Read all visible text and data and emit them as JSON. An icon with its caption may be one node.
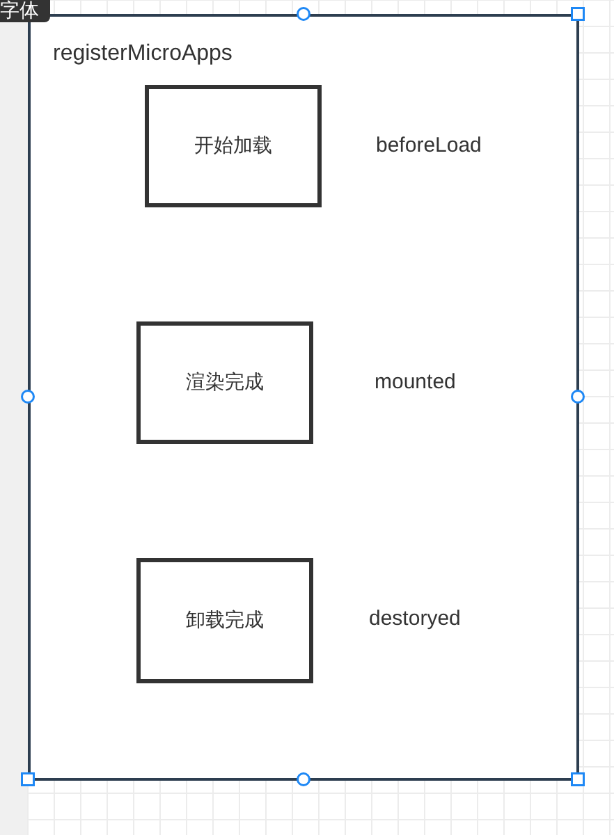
{
  "diagram": {
    "nodes": [
      {
        "text": [
          "registerMicroApps"
        ]
      },
      {
        "text": [
          "开始加载"
        ],
        "in": 0,
        "beside": [
          "beforeLoad"
        ]
      },
      {
        "text": [
          "渲染完成"
        ],
        "in": 0,
        "beside": [
          "mounted"
        ]
      },
      {
        "text": [
          "卸载完成"
        ],
        "in": 0,
        "beside": [
          "destoryed"
        ]
      }
    ],
    "labels": [
      "字体"
    ]
  }
}
